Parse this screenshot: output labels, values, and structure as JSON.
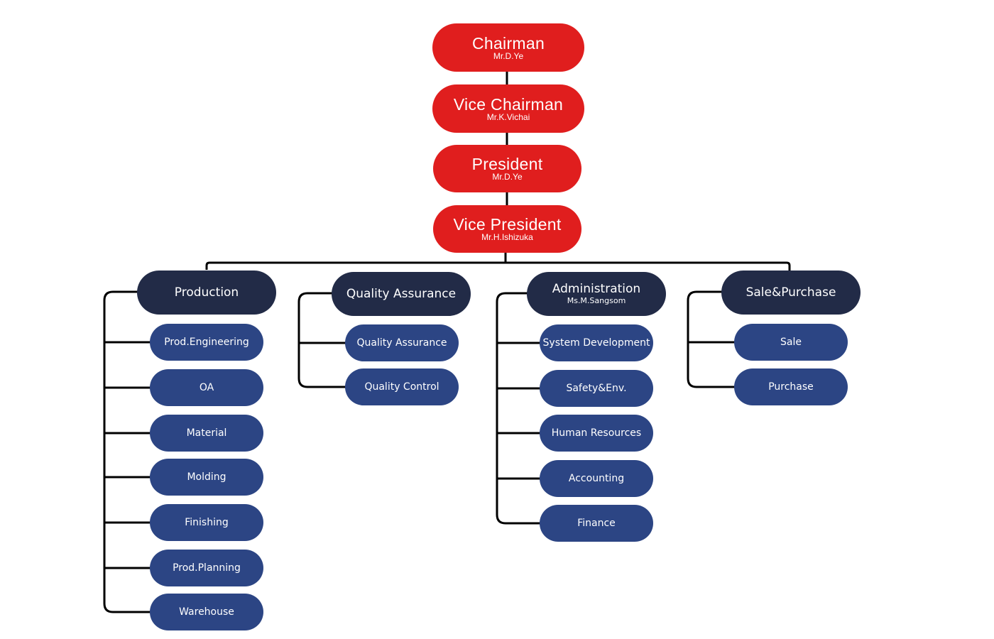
{
  "colors": {
    "executive": "#e01e1e",
    "department": "#222b47",
    "unit": "#2c4584",
    "connector": "#000000"
  },
  "executives": [
    {
      "title": "Chairman",
      "name": "Mr.D.Ye"
    },
    {
      "title": "Vice Chairman",
      "name": "Mr.K.Vichai"
    },
    {
      "title": "President",
      "name": "Mr.D.Ye"
    },
    {
      "title": "Vice President",
      "name": "Mr.H.Ishizuka"
    }
  ],
  "departments": [
    {
      "title": "Production",
      "name": "",
      "units": [
        "Prod.Engineering",
        "OA",
        "Material",
        "Molding",
        "Finishing",
        "Prod.Planning",
        "Warehouse"
      ]
    },
    {
      "title": "Quality Assurance",
      "name": "",
      "units": [
        "Quality Assurance",
        "Quality Control"
      ]
    },
    {
      "title": "Administration",
      "name": "Ms.M.Sangsom",
      "units": [
        "System Development",
        "Safety&Env.",
        "Human Resources",
        "Accounting",
        "Finance"
      ]
    },
    {
      "title": "Sale&Purchase",
      "name": "",
      "units": [
        "Sale",
        "Purchase"
      ]
    }
  ]
}
